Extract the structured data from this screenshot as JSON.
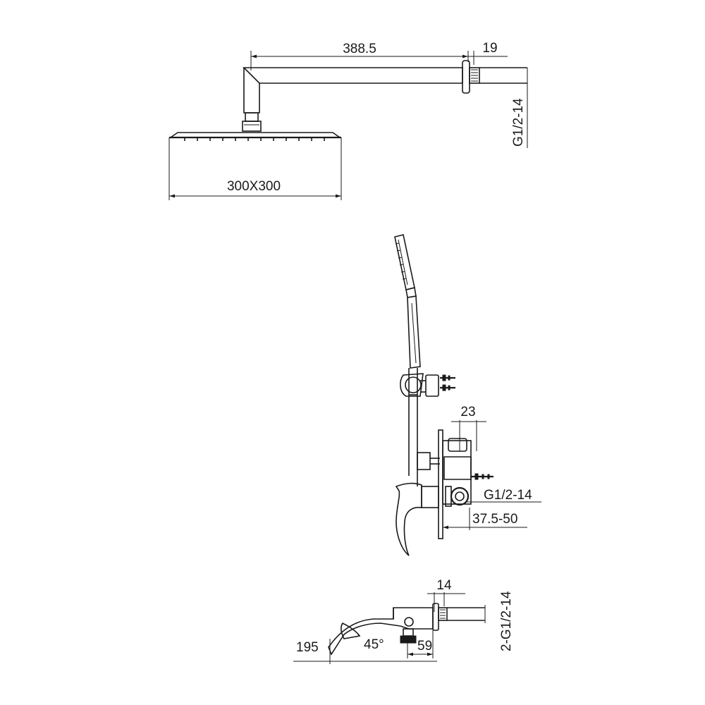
{
  "dimensions": {
    "arm_length": "388.5",
    "flange_depth": "19",
    "arm_thread": "G1/2-14",
    "head_size": "300X300",
    "valve_depth": "23",
    "valve_thread": "G1/2-14",
    "wall_depth": "37.5-50",
    "spout_flange": "14",
    "spout_thread": "2-G1/2-14",
    "spout_reach": "195",
    "spout_angle": "45°",
    "spout_offset": "59"
  }
}
